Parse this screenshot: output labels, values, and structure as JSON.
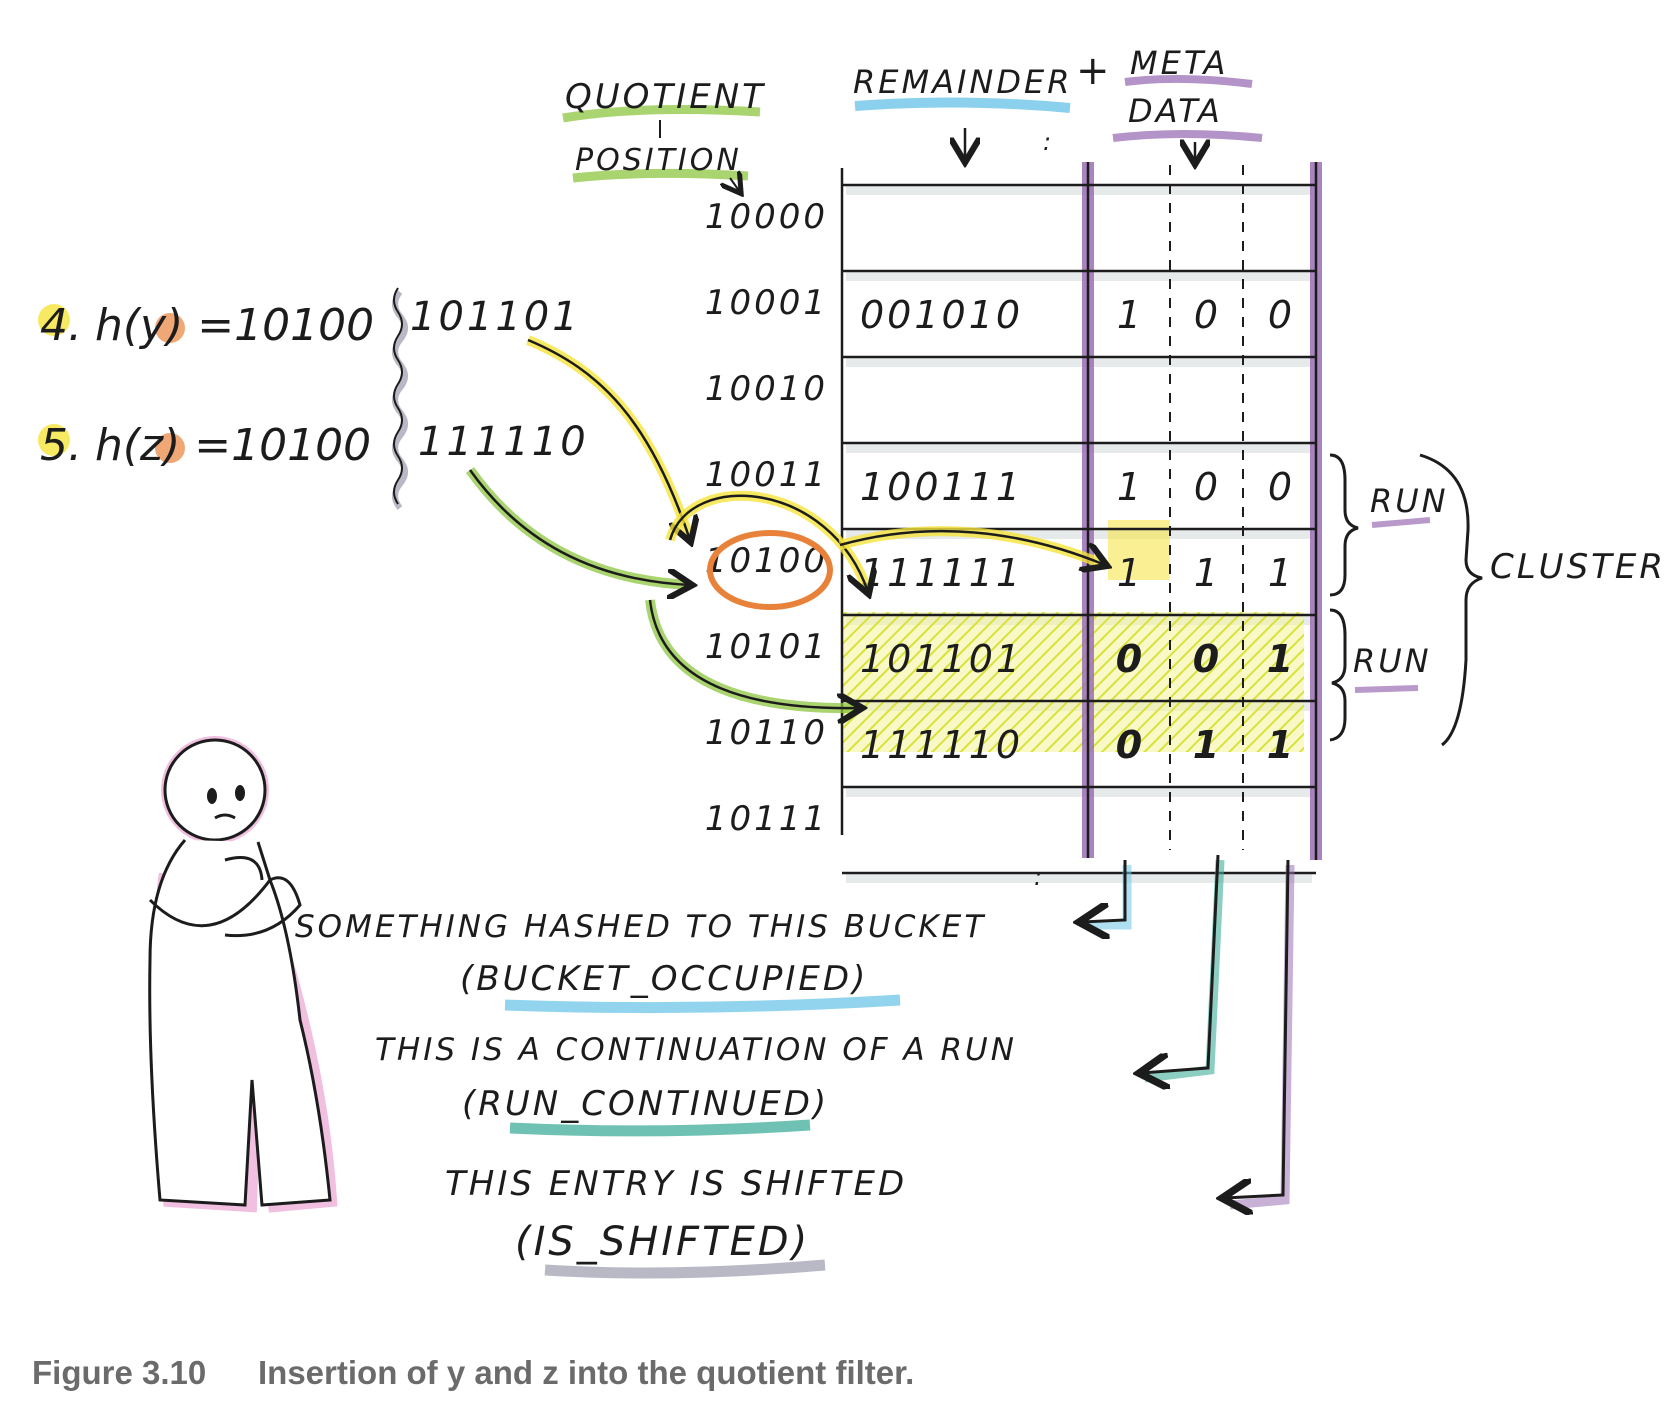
{
  "headers": {
    "quotient": "QUOTIENT",
    "position": "POSITION",
    "remainder": "REMAINDER",
    "plus": "+",
    "meta": "META",
    "data": "DATA"
  },
  "hashes": [
    {
      "label": "4.",
      "func": "h(y) =10100",
      "remainder": "101101"
    },
    {
      "label": "5.",
      "func": "h(z) =10100",
      "remainder": "111110"
    }
  ],
  "table": {
    "rows": [
      {
        "quotient": "10000",
        "remainder": "",
        "meta": [
          "",
          "",
          ""
        ]
      },
      {
        "quotient": "10001",
        "remainder": "001010",
        "meta": [
          "1",
          "0",
          "0"
        ]
      },
      {
        "quotient": "10010",
        "remainder": "",
        "meta": [
          "",
          "",
          ""
        ]
      },
      {
        "quotient": "10011",
        "remainder": "100111",
        "meta": [
          "1",
          "0",
          "0"
        ]
      },
      {
        "quotient": "10100",
        "remainder": "111111",
        "meta": [
          "1",
          "1",
          "1"
        ]
      },
      {
        "quotient": "10101",
        "remainder": "101101",
        "meta": [
          "0",
          "0",
          "1"
        ]
      },
      {
        "quotient": "10110",
        "remainder": "111110",
        "meta": [
          "0",
          "1",
          "1"
        ]
      },
      {
        "quotient": "10111",
        "remainder": "",
        "meta": [
          "",
          "",
          ""
        ]
      }
    ],
    "ellipsis": ":"
  },
  "braces": {
    "run1": "RUN",
    "run2": "RUN",
    "cluster": "CLUSTER"
  },
  "legend": [
    {
      "text": "SOMETHING HASHED TO THIS BUCKET",
      "code": "(BUCKET_OCCUPIED)"
    },
    {
      "text": "THIS IS A CONTINUATION OF A RUN",
      "code": "(RUN_CONTINUED)"
    },
    {
      "text": "THIS ENTRY IS SHIFTED",
      "code": "(IS_SHIFTED)"
    }
  ],
  "caption": {
    "number": "Figure 3.10",
    "text": "Insertion of y and z into the quotient filter."
  },
  "colors": {
    "green": "#8dc63f",
    "yellow": "#f5e43a",
    "blue": "#6ec6e8",
    "purple": "#9b6fb5",
    "teal": "#3fae9a",
    "orange": "#e8823a",
    "pink": "#e58ac4",
    "ink": "#1c1c1c"
  }
}
